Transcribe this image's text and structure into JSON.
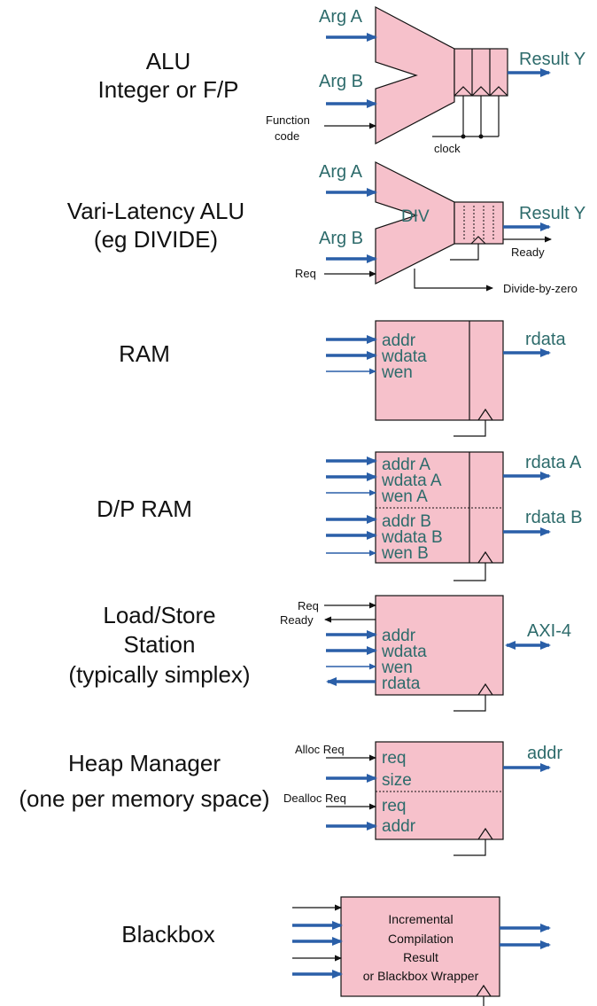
{
  "sections": {
    "alu": {
      "title1": "ALU",
      "title2": "Integer or F/P",
      "arg_a": "Arg A",
      "arg_b": "Arg B",
      "function1": "Function",
      "function2": "code",
      "result": "Result Y",
      "clock": "clock"
    },
    "vari": {
      "title1": "Vari-Latency ALU",
      "title2": "(eg DIVIDE)",
      "arg_a": "Arg A",
      "arg_b": "Arg B",
      "div": "DIV",
      "req": "Req",
      "result": "Result Y",
      "ready": "Ready",
      "dbz": "Divide-by-zero"
    },
    "ram": {
      "title": "RAM",
      "addr": "addr",
      "wdata": "wdata",
      "wen": "wen",
      "rdata": "rdata"
    },
    "dpram": {
      "title": "D/P RAM",
      "addr_a": "addr A",
      "wdata_a": "wdata A",
      "wen_a": "wen A",
      "addr_b": "addr B",
      "wdata_b": "wdata B",
      "wen_b": "wen B",
      "rdata_a": "rdata A",
      "rdata_b": "rdata B"
    },
    "ls": {
      "title1": "Load/Store",
      "title2": "Station",
      "title3": "(typically simplex)",
      "req": "Req",
      "ready": "Ready",
      "addr": "addr",
      "wdata": "wdata",
      "wen": "wen",
      "rdata": "rdata",
      "axi": "AXI-4"
    },
    "heap": {
      "title1": "Heap Manager",
      "title2": "(one per memory space)",
      "alloc_req": "Alloc Req",
      "dealloc_req": "Dealloc Req",
      "req1": "req",
      "size": "size",
      "req2": "req",
      "addr": "addr",
      "out_addr": "addr"
    },
    "blackbox": {
      "title": "Blackbox",
      "line1": "Incremental",
      "line2": "Compilation",
      "line3": "Result",
      "line4": "or Blackbox Wrapper"
    }
  },
  "colors": {
    "block_fill": "#f6c1cb",
    "arrow_blue": "#2a5fa8",
    "label_teal": "#2d6b6b"
  }
}
